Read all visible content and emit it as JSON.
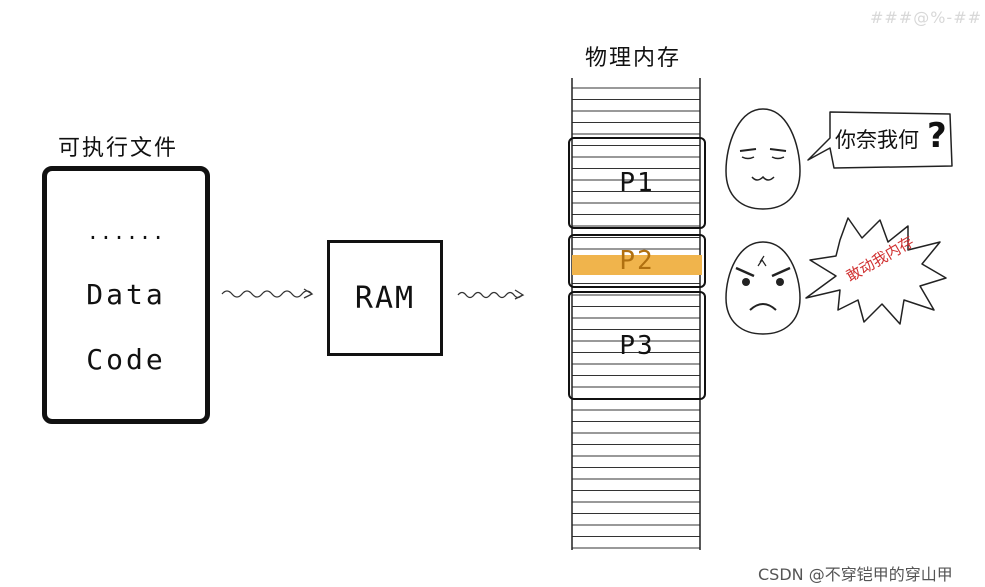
{
  "executable": {
    "title": "可执行文件",
    "dots": "......",
    "data_label": "Data",
    "code_label": "Code"
  },
  "ram": {
    "label": "RAM"
  },
  "memory": {
    "title": "物理内存",
    "processes": [
      {
        "label": "P1"
      },
      {
        "label": "P2"
      },
      {
        "label": "P3"
      }
    ],
    "highlight_color": "#f0b44c"
  },
  "faces": {
    "calm_speech": "你奈我何",
    "calm_speech_mark": "?",
    "angry_speech": "敢动我内存",
    "angry_speech_color": "#d03030"
  },
  "watermark": {
    "top": "###@%-##",
    "bottom": "CSDN @不穿铠甲的穿山甲"
  }
}
